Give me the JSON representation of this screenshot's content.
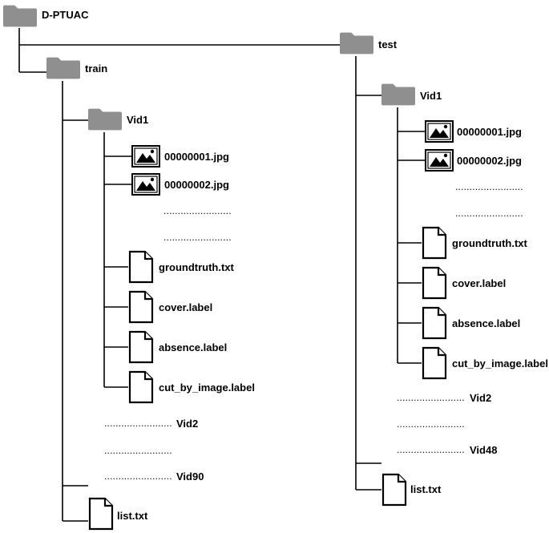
{
  "root": {
    "name": "D-PTUAC"
  },
  "train": {
    "name": "train",
    "vid1": {
      "name": "Vid1",
      "images": [
        "00000001.jpg",
        "00000002.jpg"
      ],
      "ellipses": [
        "........................",
        "........................"
      ],
      "files": [
        "groundtruth.txt",
        "cover.label",
        "absence.label",
        "cut_by_image.label"
      ]
    },
    "more_vids": [
      {
        "dots": "........................",
        "name": "Vid2"
      },
      {
        "dots": "........................",
        "name": ""
      },
      {
        "dots": "........................",
        "name": "Vid90"
      }
    ],
    "list_file": "list.txt"
  },
  "test": {
    "name": "test",
    "vid1": {
      "name": "Vid1",
      "images": [
        "00000001.jpg",
        "00000002.jpg"
      ],
      "ellipses": [
        "........................",
        "........................"
      ],
      "files": [
        "groundtruth.txt",
        "cover.label",
        "absence.label",
        "cut_by_image.label"
      ]
    },
    "more_vids": [
      {
        "dots": "........................",
        "name": "Vid2"
      },
      {
        "dots": "........................",
        "name": ""
      },
      {
        "dots": "........................",
        "name": "Vid48"
      }
    ],
    "list_file": "list.txt"
  },
  "icons": {
    "folder": "folder-icon",
    "image_file": "image-file-icon",
    "text_file": "document-icon"
  },
  "colors": {
    "folder": "#8f8f8f",
    "line": "#000000"
  }
}
